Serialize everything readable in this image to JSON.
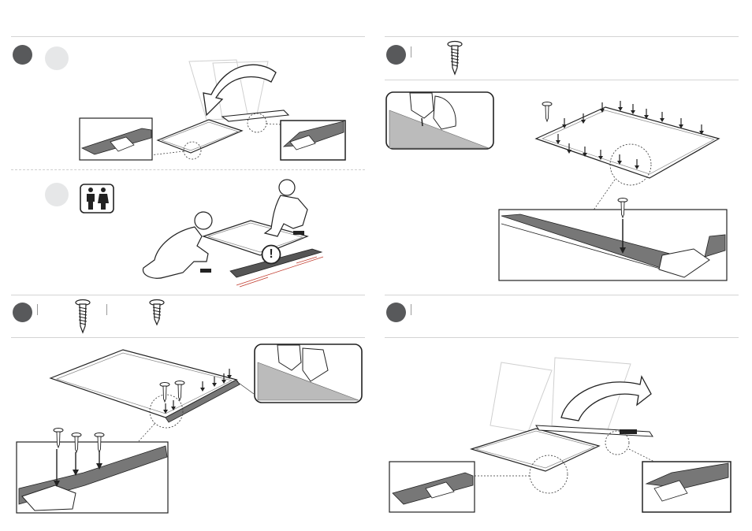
{
  "page": {
    "title": "",
    "steps": [
      {
        "name": "step-fold-frame",
        "label": ""
      },
      {
        "name": "step-two-person-lift",
        "label": ""
      },
      {
        "name": "step-screw-ends",
        "label": ""
      },
      {
        "name": "step-screw-rail",
        "label": ""
      },
      {
        "name": "step-fold-back",
        "label": ""
      }
    ],
    "warning_symbol": "!",
    "icons": [
      "screw-icon",
      "two-person-icon",
      "drill-icon",
      "warning-icon",
      "rotate-arrow-icon"
    ]
  }
}
